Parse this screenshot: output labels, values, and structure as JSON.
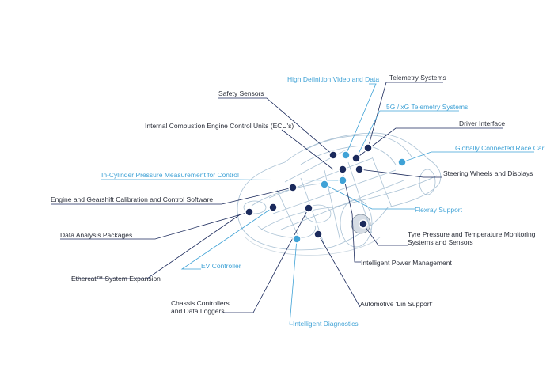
{
  "colors": {
    "dark_label": "#2b2f3a",
    "blue_label": "#3fa2d6",
    "dark_dot": "#1b2a5c",
    "blue_dot": "#3fa2d6",
    "wire": "#9fb6c9"
  },
  "labels": {
    "hd_video": "High Definition Video and Data",
    "telemetry": "Telemetry Systems",
    "safety_sensors": "Safety Sensors",
    "5g_telemetry": "5G / xG Telemetry Systems",
    "driver_interface": "Driver Interface",
    "ice_control": "Internal Combustion Engine Control Units (ECU's)",
    "connected_race_car": "Globally Connected Race Car",
    "in_cylinder": "In-Cylinder Pressure Measurement for Control",
    "steering": "Steering Wheels and Displays",
    "engine_gearshift": "Engine and Gearshift Calibration and Control Software",
    "flexray": "Flexray Support",
    "data_analysis": "Data Analysis Packages",
    "tyre_pressure_1": "Tyre Pressure and Temperature Monitoring",
    "tyre_pressure_2": "Systems and Sensors",
    "power_mgmt": "Intelligent Power Management",
    "ev_controller": "EV Controller",
    "ethercat": "Ethercat™ System Expansion",
    "chassis_1": "Chassis Controllers",
    "chassis_2": "and Data Loggers",
    "lin_support": "Automotive 'Lin Support'",
    "diagnostics": "Intelligent Diagnostics"
  }
}
